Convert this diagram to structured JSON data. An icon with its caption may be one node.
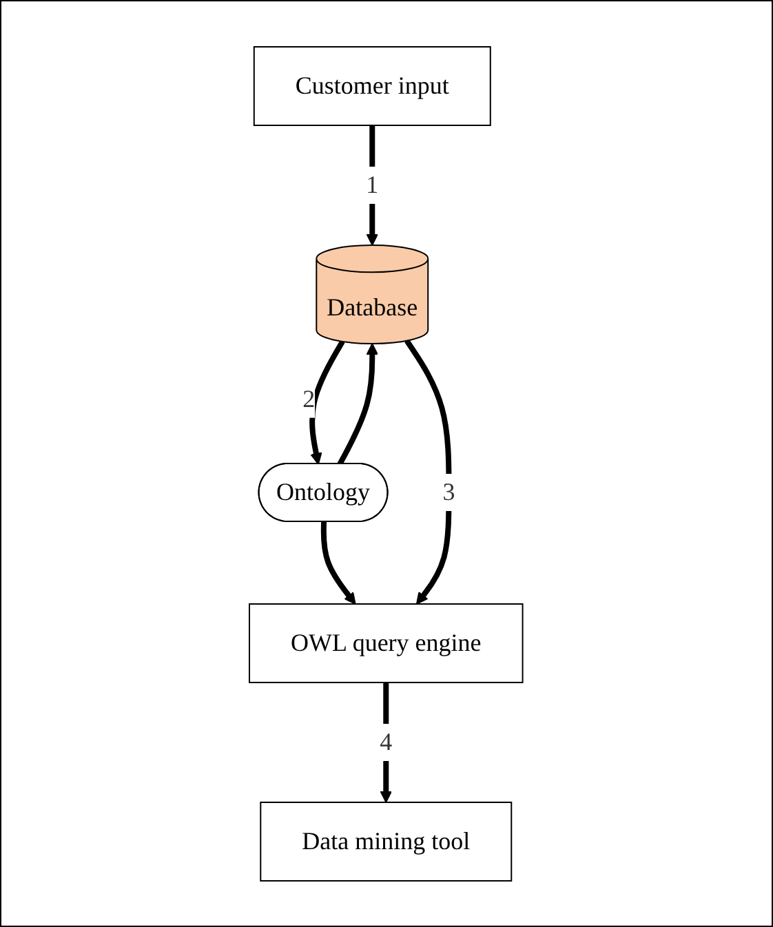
{
  "diagram": {
    "nodes": [
      {
        "text": [
          "Customer input"
        ]
      },
      {
        "text": [
          "Database"
        ]
      },
      {
        "text": [
          "Ontology"
        ]
      },
      {
        "text": [
          "OWL query engine"
        ]
      },
      {
        "text": [
          "Data mining tool"
        ]
      }
    ],
    "edges": [
      {
        "from": 0,
        "to": 1,
        "arrow": "to",
        "label": "1"
      },
      {
        "from": 1,
        "to": 2,
        "arrow": "to",
        "label": "2"
      },
      {
        "from": 2,
        "to": 1,
        "arrow": "to"
      },
      {
        "from": 2,
        "to": 3,
        "arrow": "to"
      },
      {
        "from": 1,
        "to": 3,
        "arrow": "to",
        "label": "3"
      },
      {
        "from": 3,
        "to": 4,
        "arrow": "to",
        "label": "4"
      }
    ]
  }
}
